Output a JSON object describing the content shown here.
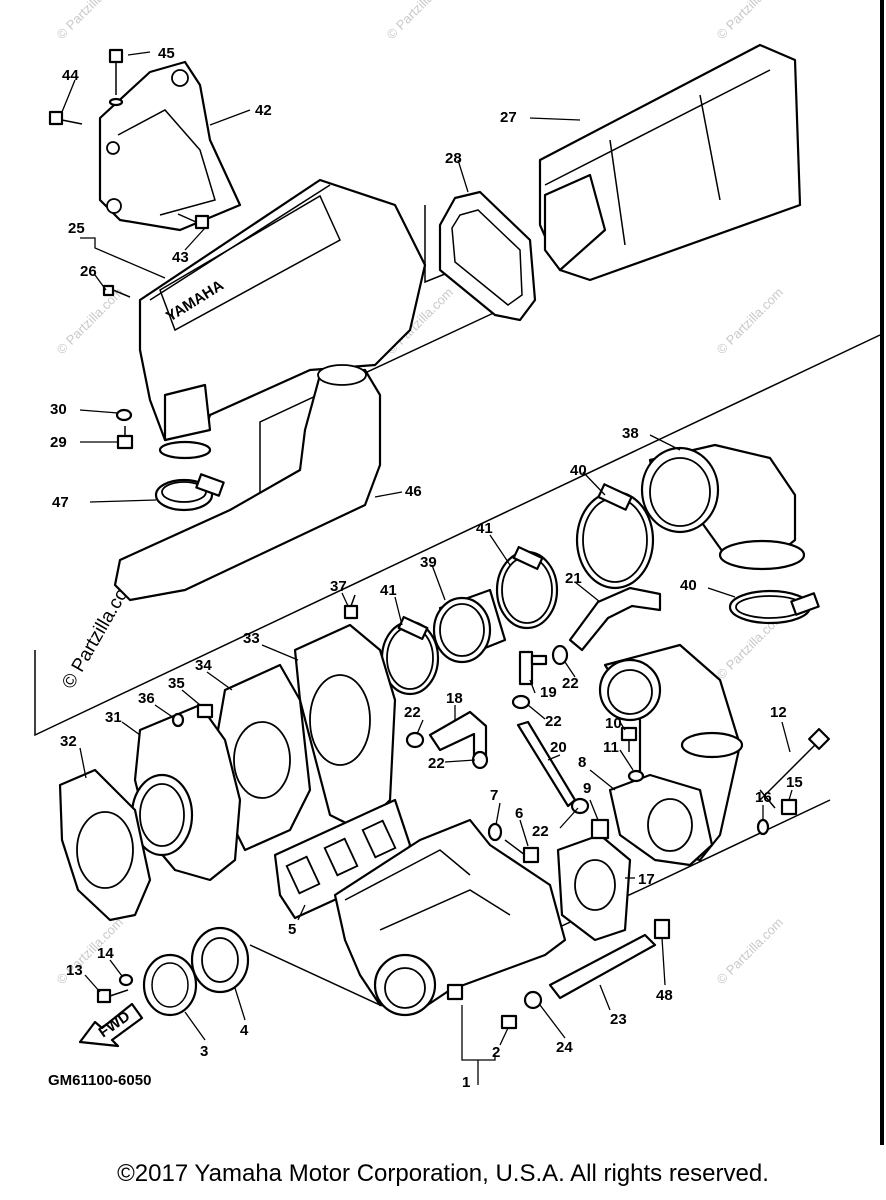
{
  "parts": [
    {
      "id": "p1",
      "label": "1"
    },
    {
      "id": "p2",
      "label": "2"
    },
    {
      "id": "p3",
      "label": "3"
    },
    {
      "id": "p4",
      "label": "4"
    },
    {
      "id": "p5",
      "label": "5"
    },
    {
      "id": "p6",
      "label": "6"
    },
    {
      "id": "p7",
      "label": "7"
    },
    {
      "id": "p8",
      "label": "8"
    },
    {
      "id": "p9",
      "label": "9"
    },
    {
      "id": "p10",
      "label": "10"
    },
    {
      "id": "p11",
      "label": "11"
    },
    {
      "id": "p12",
      "label": "12"
    },
    {
      "id": "p13",
      "label": "13"
    },
    {
      "id": "p14",
      "label": "14"
    },
    {
      "id": "p15",
      "label": "15"
    },
    {
      "id": "p16",
      "label": "16"
    },
    {
      "id": "p17",
      "label": "17"
    },
    {
      "id": "p18",
      "label": "18"
    },
    {
      "id": "p19",
      "label": "19"
    },
    {
      "id": "p20",
      "label": "20"
    },
    {
      "id": "p21",
      "label": "21"
    },
    {
      "id": "p22a",
      "label": "22"
    },
    {
      "id": "p22b",
      "label": "22"
    },
    {
      "id": "p22c",
      "label": "22"
    },
    {
      "id": "p22d",
      "label": "22"
    },
    {
      "id": "p22e",
      "label": "22"
    },
    {
      "id": "p23",
      "label": "23"
    },
    {
      "id": "p24",
      "label": "24"
    },
    {
      "id": "p25",
      "label": "25"
    },
    {
      "id": "p26",
      "label": "26"
    },
    {
      "id": "p27",
      "label": "27"
    },
    {
      "id": "p28",
      "label": "28"
    },
    {
      "id": "p29",
      "label": "29"
    },
    {
      "id": "p30",
      "label": "30"
    },
    {
      "id": "p31",
      "label": "31"
    },
    {
      "id": "p32",
      "label": "32"
    },
    {
      "id": "p33",
      "label": "33"
    },
    {
      "id": "p34",
      "label": "34"
    },
    {
      "id": "p35",
      "label": "35"
    },
    {
      "id": "p36",
      "label": "36"
    },
    {
      "id": "p37",
      "label": "37"
    },
    {
      "id": "p38",
      "label": "38"
    },
    {
      "id": "p39",
      "label": "39"
    },
    {
      "id": "p40a",
      "label": "40"
    },
    {
      "id": "p40b",
      "label": "40"
    },
    {
      "id": "p41a",
      "label": "41"
    },
    {
      "id": "p41b",
      "label": "41"
    },
    {
      "id": "p42",
      "label": "42"
    },
    {
      "id": "p43",
      "label": "43"
    },
    {
      "id": "p44",
      "label": "44"
    },
    {
      "id": "p45",
      "label": "45"
    },
    {
      "id": "p46",
      "label": "46"
    },
    {
      "id": "p47",
      "label": "47"
    },
    {
      "id": "p48",
      "label": "48"
    }
  ],
  "brand_text": "YAMAHA",
  "fwd_label": "FWD",
  "diagram_code": "GM61100-6050",
  "watermark": "© Partzilla.com",
  "watermark_small": "© Partzilla.com",
  "copyright": "©2017 Yamaha Motor Corporation, U.S.A. All rights reserved."
}
